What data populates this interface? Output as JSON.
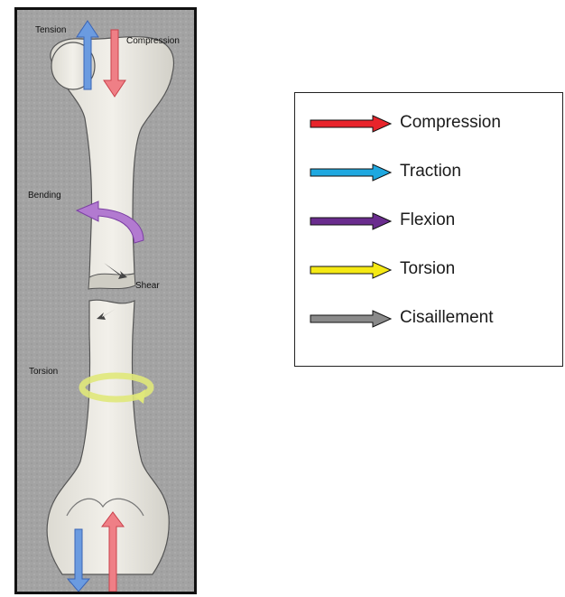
{
  "figure": {
    "labels": {
      "tension": "Tension",
      "compression": "Compression",
      "bending": "Bending",
      "shear": "Shear",
      "torsion": "Torsion"
    }
  },
  "legend": {
    "items": [
      {
        "label": "Compression",
        "color": "#e8242b"
      },
      {
        "label": "Traction",
        "color": "#1fa8e0"
      },
      {
        "label": "Flexion",
        "color": "#6a2c8e"
      },
      {
        "label": "Torsion",
        "color": "#f5e914"
      },
      {
        "label": "Cisaillement",
        "color": "#8a8a8a"
      }
    ]
  }
}
